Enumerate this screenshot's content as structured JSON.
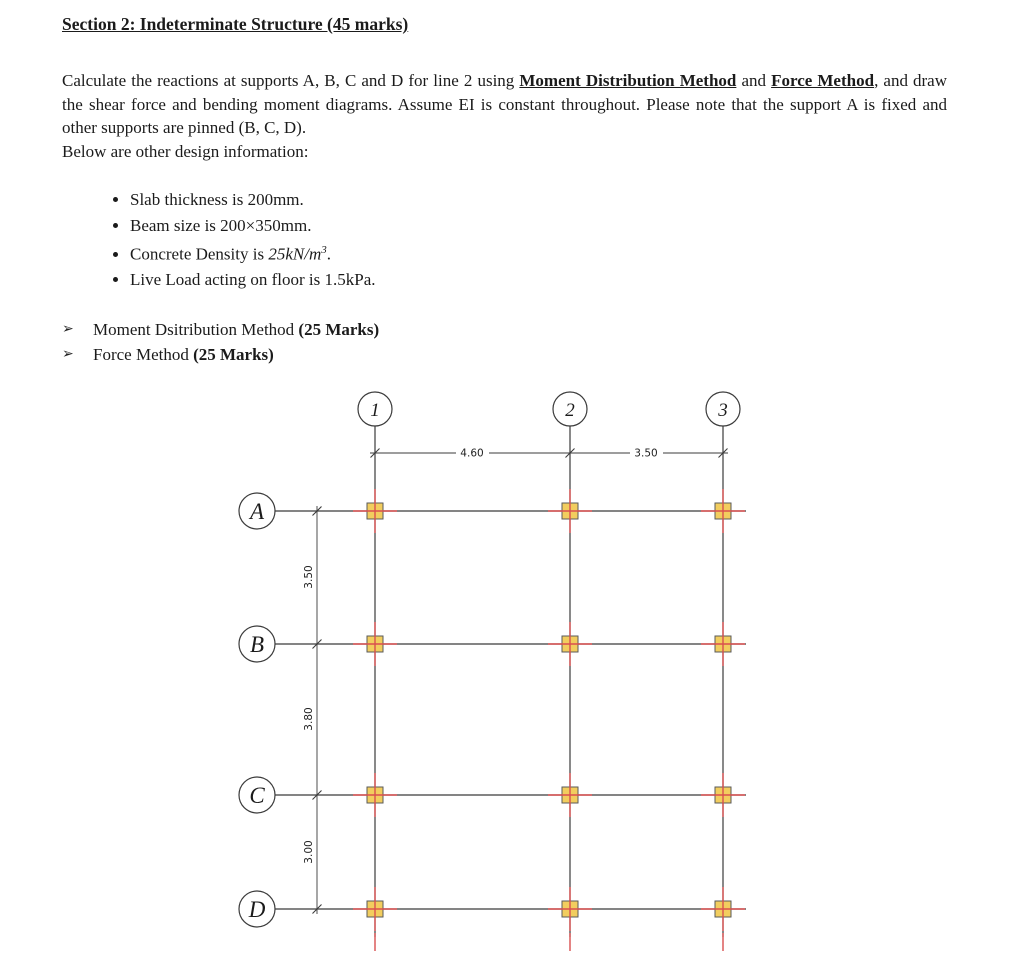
{
  "doc": {
    "title": "Section 2: Indeterminate Structure (45 marks)",
    "intro": {
      "part1": "Calculate the reactions at supports A, B, C and D for line 2 using ",
      "method1": "Moment Distribution Method",
      "part2": " and ",
      "method2": "Force Method",
      "part3": ", and draw the shear force and bending moment diagrams. Assume EI is constant throughout. Please note that the support A is fixed and other supports are pinned (B, C, D).",
      "line2": "Below are other design information:"
    },
    "bullets": [
      {
        "text": "Slab thickness is 200mm."
      },
      {
        "text": "Beam size is 200×350mm."
      },
      {
        "pre": "Concrete Density is ",
        "math": "25kN/m",
        "sup": "3",
        "post": "."
      },
      {
        "text": "Live Load acting on floor is 1.5kPa."
      }
    ],
    "tasks": [
      {
        "bullet": "➢",
        "text": "Moment Dsitribution Method ",
        "marks": "(25 Marks)"
      },
      {
        "bullet": "➢",
        "text": "Force Method ",
        "marks": "(25 Marks)"
      }
    ]
  },
  "diagram": {
    "grid_columns": [
      {
        "label": "1"
      },
      {
        "label": "2"
      },
      {
        "label": "3"
      }
    ],
    "grid_rows": [
      {
        "label": "A"
      },
      {
        "label": "B"
      },
      {
        "label": "C"
      },
      {
        "label": "D"
      }
    ],
    "h_dims": [
      {
        "value": "4.60"
      },
      {
        "value": "3.50"
      }
    ],
    "v_dims": [
      {
        "value": "3.50"
      },
      {
        "value": "3.80"
      },
      {
        "value": "3.00"
      }
    ],
    "colors": {
      "column_fill": "#f2cd5e",
      "centerline": "#d94f4f",
      "line": "#3b3b3b"
    }
  }
}
